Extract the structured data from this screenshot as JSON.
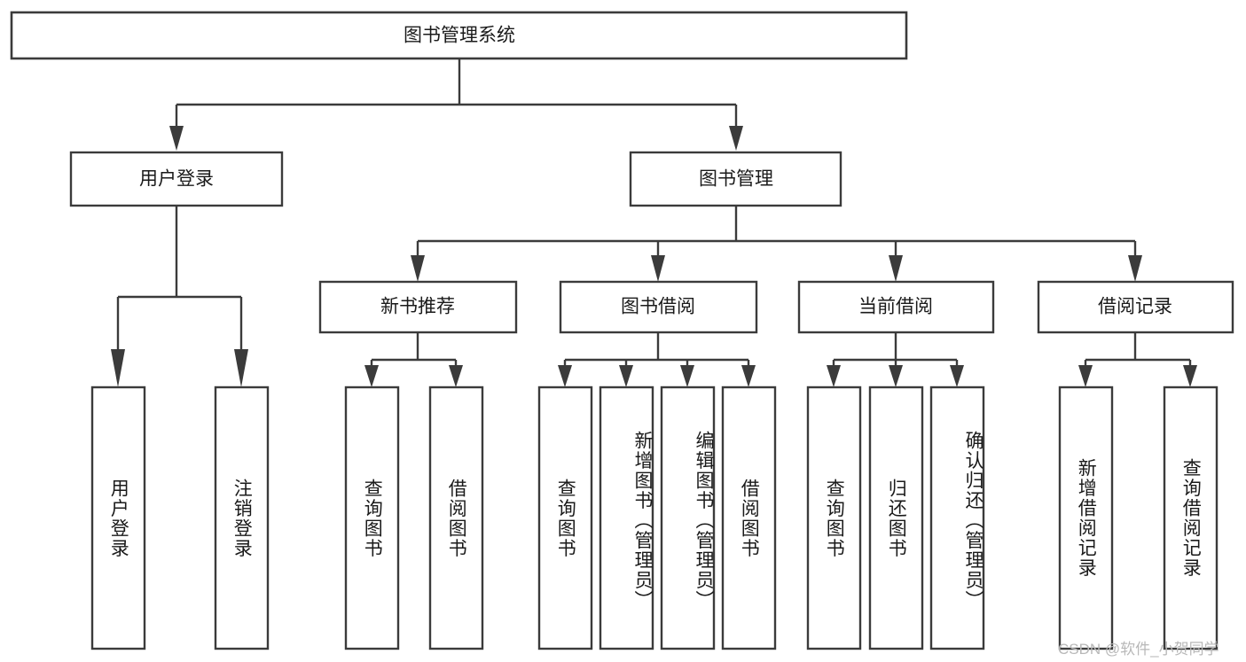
{
  "diagram": {
    "type": "tree-hierarchy-chart",
    "title_text": "图书管理系统",
    "orientation": "top-down",
    "nodes": {
      "root": {
        "label": "图书管理系统"
      },
      "level2": [
        {
          "id": "user-login",
          "label": "用户登录"
        },
        {
          "id": "book-management",
          "label": "图书管理"
        }
      ],
      "level3": [
        {
          "id": "new-book-recommend",
          "label": "新书推荐"
        },
        {
          "id": "book-borrow",
          "label": "图书借阅"
        },
        {
          "id": "current-borrow",
          "label": "当前借阅"
        },
        {
          "id": "borrow-record",
          "label": "借阅记录"
        }
      ],
      "leaves": [
        {
          "id": "leaf-user-login",
          "label": "用户登录",
          "parent": "user-login"
        },
        {
          "id": "leaf-logout-login",
          "label": "注销登录",
          "parent": "user-login"
        },
        {
          "id": "leaf-query-book-1",
          "label": "查询图书",
          "parent": "new-book-recommend"
        },
        {
          "id": "leaf-borrow-book-1",
          "label": "借阅图书",
          "parent": "new-book-recommend"
        },
        {
          "id": "leaf-query-book-2",
          "label": "查询图书",
          "parent": "book-borrow"
        },
        {
          "id": "leaf-add-book",
          "label": "新增图书（管理员）",
          "parent": "book-borrow"
        },
        {
          "id": "leaf-edit-book",
          "label": "编辑图书（管理员）",
          "parent": "book-borrow"
        },
        {
          "id": "leaf-borrow-book-2",
          "label": "借阅图书",
          "parent": "book-borrow"
        },
        {
          "id": "leaf-query-book-3",
          "label": "查询图书",
          "parent": "current-borrow"
        },
        {
          "id": "leaf-return-book",
          "label": "归还图书",
          "parent": "current-borrow"
        },
        {
          "id": "leaf-confirm-return",
          "label": "确认归还（管理员）",
          "parent": "current-borrow"
        },
        {
          "id": "leaf-add-record",
          "label": "新增借阅记录",
          "parent": "borrow-record"
        },
        {
          "id": "leaf-query-record",
          "label": "查询借阅记录",
          "parent": "borrow-record"
        }
      ]
    },
    "colors": {
      "stroke": "#3b3b3b",
      "fill": "#ffffff",
      "text": "#1a1a1a",
      "watermark": "#b8b8b8"
    }
  },
  "watermark": {
    "text": "CSDN @软件_小贺同学"
  }
}
